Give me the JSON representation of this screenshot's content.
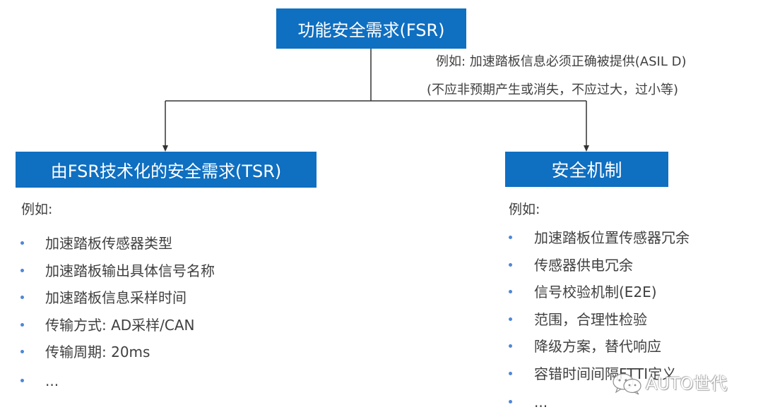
{
  "fsr": {
    "title": "功能安全需求(FSR)",
    "example_line1": "例如: 加速踏板信息必须正确被提供(ASIL D)",
    "example_line2": "(不应非预期产生或消失，不应过大，过小等)"
  },
  "tsr": {
    "title": "由FSR技术化的安全需求(TSR)",
    "example_label": "例如:",
    "items": [
      "加速踏板传感器类型",
      "加速踏板输出具体信号名称",
      "加速踏板信息采样时间",
      "传输方式: AD采样/CAN",
      "传输周期: 20ms",
      "..."
    ]
  },
  "mechanism": {
    "title": "安全机制",
    "example_label": "例如:",
    "items": [
      "加速踏板位置传感器冗余",
      "传感器供电冗余",
      "信号校验机制(E2E)",
      "范围，合理性检验",
      "降级方案，替代响应",
      "容错时间间隔FTTI定义",
      "..."
    ]
  },
  "watermark": {
    "icon": "wechat-icon",
    "text": "AUTO世代"
  },
  "colors": {
    "box_fill": "#0f6fc1",
    "box_text": "#ffffff",
    "body_text": "#404040",
    "bullet": "#4f87d6",
    "connector": "#333333"
  }
}
